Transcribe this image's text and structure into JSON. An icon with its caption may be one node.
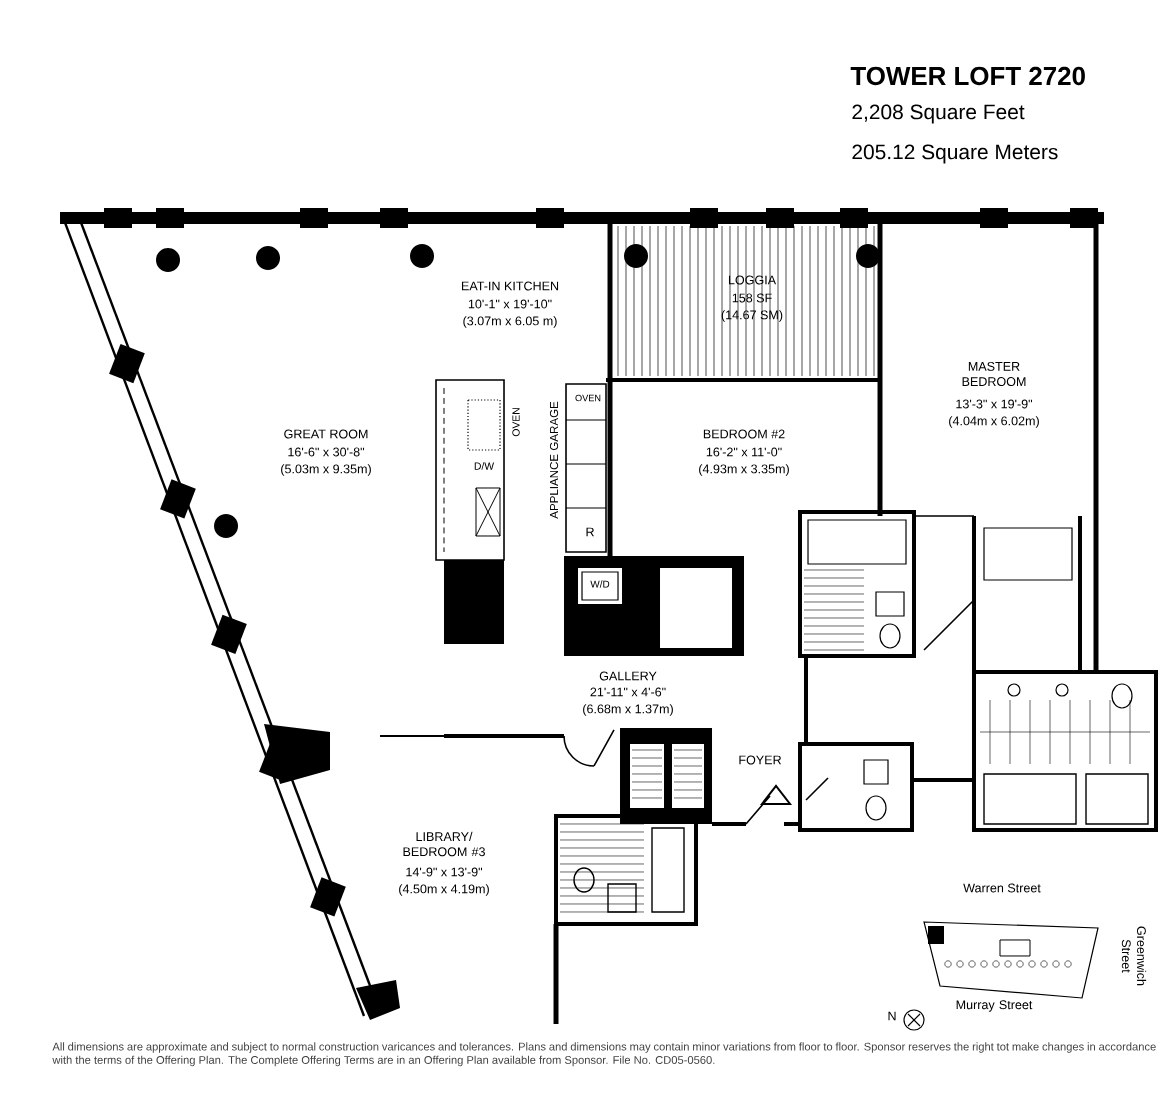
{
  "diagram": {
    "title": "TOWER LOFT 2720",
    "labels": [
      "2,208 Square Feet",
      "205.12 Square Meters",
      "EAT-IN KITCHEN",
      "10'-1\" x 19'-10\"",
      "(3.07m x 6.05 m)",
      "LOGGIA",
      "158 SF",
      "(14.67 SM)",
      "MASTER BEDROOM",
      "13'-3\" x 19'-9\"",
      "(4.04m x 6.02m)",
      "OVEN",
      "GREAT ROOM",
      "16'-6\" x 30'-8\"",
      "(5.03m x 9.35m)",
      "OVEN",
      "BEDROOM #2",
      "16'-2\" x 11'-0\"",
      "(4.93m x 3.35m)",
      "APPLIANCE GARAGE",
      "D/W",
      "R",
      "W/D",
      "GALLERY",
      "21'-11\" x 4'-6\"",
      "(6.68m x 1.37m)",
      "FOYER",
      "LIBRARY/ BEDROOM #3",
      "14'-9\" x 13'-9\"",
      "(4.50m x 4.19m)",
      "Warren Street",
      "Greenwich Street",
      "Murray Street",
      "N"
    ],
    "caption": "All dimensions are approximate and subject to normal construction varicances and tolerances. Plans and dimensions may contain minor variations from floor to floor. Sponsor reserves the right tot make changes in accordance with the terms of the Offering Plan. The Complete Offering Terms are in an Offering Plan available from Sponsor. File No. CD05-0560."
  }
}
